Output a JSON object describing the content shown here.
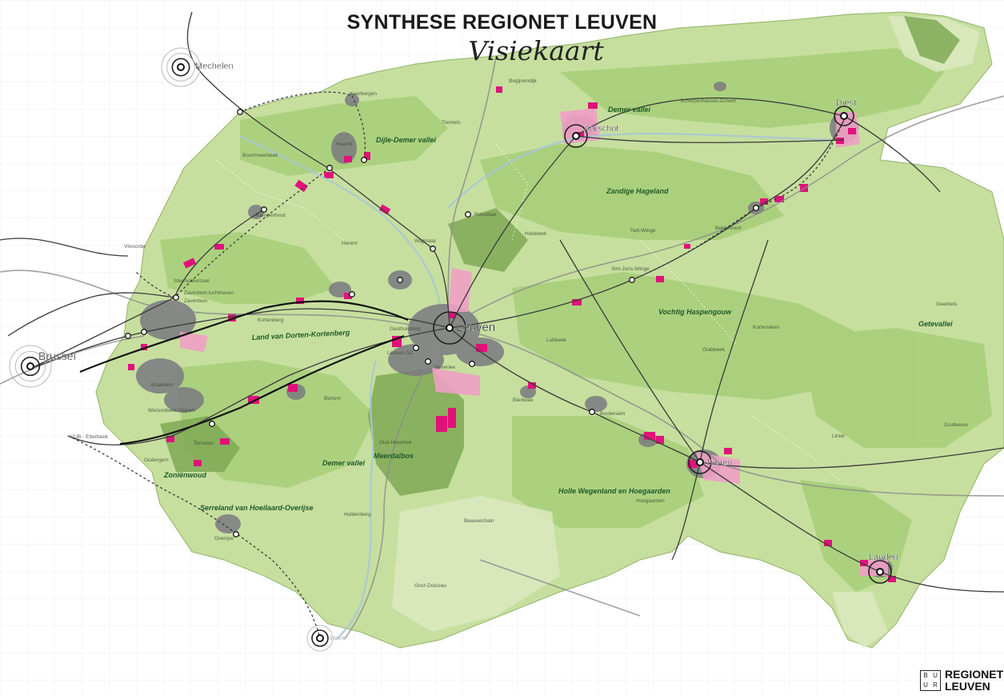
{
  "title": "SYNTHESE REGIONET LEUVEN",
  "subtitle": "Visiekaart",
  "cities": [
    {
      "name": "Leuven",
      "id": "leuven"
    },
    {
      "name": "Brussel",
      "id": "brussel"
    },
    {
      "name": "Mechelen",
      "id": "mechelen"
    },
    {
      "name": "Aarschot",
      "id": "aarschot"
    },
    {
      "name": "Diest",
      "id": "diest"
    },
    {
      "name": "Tienen",
      "id": "tienen"
    },
    {
      "name": "Landen",
      "id": "landen"
    },
    {
      "name": "Wavre",
      "id": "wavre"
    }
  ],
  "regions": [
    "Dijle-Demer vallei",
    "Demer vallei",
    "Zandige Hageland",
    "Land van Dorten-Kortenberg",
    "Vochtig Haspengouw",
    "Getevallei",
    "Zoniënwoud",
    "Meerdalbos",
    "Serreland van Hoeilaard-Overijse",
    "Holle Wegenland en Hoegaarden",
    "Demer vallei"
  ],
  "places": [
    "Haacht",
    "Rotselaar",
    "Wijgmaal",
    "Herent",
    "Kortenberg",
    "Zaventem luchthaven",
    "Vilvoorde",
    "VUB - Etterbeek",
    "Tervuren",
    "Overijse",
    "Bertem",
    "Oud-Heverlee",
    "Huldenberg",
    "Bierbeek",
    "Boutersem",
    "Lubbeek",
    "Holsbeek",
    "Tielt-Winge",
    "Sint-Joris-Winge",
    "Bekkevoort",
    "Kortenaken",
    "Glabbeek",
    "Linter",
    "Hoegaarden",
    "Geetbets",
    "Zoutleeuw",
    "Begijnendijk",
    "Scherpenheuvel-Zichem",
    "Keerbergen",
    "Tremelo",
    "Boortmeerbeek",
    "Kampenhout",
    "Steenokkerzeel",
    "Zaventem",
    "Kraainem",
    "Oudergem",
    "Wezembeek-Oppem",
    "Gasthuisberg",
    "Heverlee",
    "Leuven GZ",
    "Beauvechain",
    "Grez-Doiceau"
  ],
  "logo": {
    "box_letters": [
      "B",
      "U",
      "U",
      "R"
    ],
    "line1": "REGIONET",
    "line2": "LEUVEN"
  },
  "colors": {
    "region_light": "#c6df9e",
    "region_mid": "#a9cf7a",
    "forest": "#7fa955",
    "built": "#7a7a80",
    "hotspot": "#e0127a",
    "pink_zone": "#f0a0c4",
    "rail": "#3b3b3b",
    "grid": "#ececec"
  }
}
